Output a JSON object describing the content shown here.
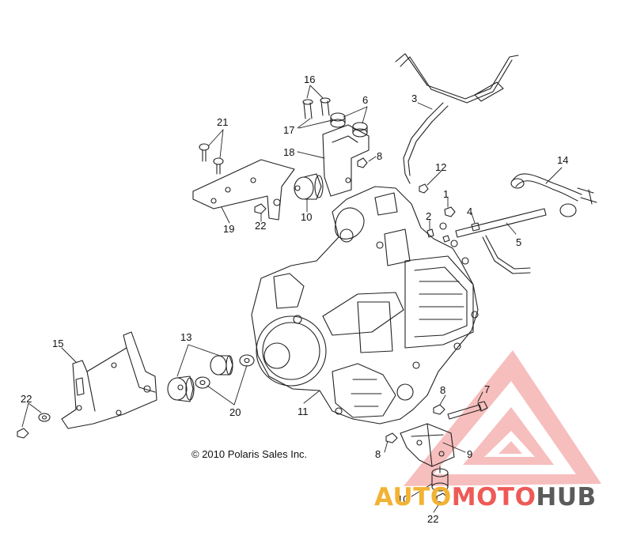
{
  "diagram": {
    "callouts": {
      "c1": "1",
      "c2": "2",
      "c3": "3",
      "c4": "4",
      "c5": "5",
      "c6": "6",
      "c7": "7",
      "c8a": "8",
      "c8b": "8",
      "c8c": "8",
      "c9": "9",
      "c10a": "10",
      "c10b": "10",
      "c11": "11",
      "c12": "12",
      "c13": "13",
      "c14": "14",
      "c15": "15",
      "c16": "16",
      "c17": "17",
      "c18": "18",
      "c19": "19",
      "c20": "20",
      "c21": "21",
      "c22a": "22",
      "c22b": "22",
      "c22c": "22"
    },
    "copyright": "© 2010 Polaris Sales Inc."
  },
  "watermark": {
    "part1": "AUTO",
    "part2": "MOTO",
    "part3": "HUB",
    "colors": {
      "auto": "#f2b233",
      "moto": "#ee5a57",
      "hub": "#5b5b5b"
    }
  }
}
